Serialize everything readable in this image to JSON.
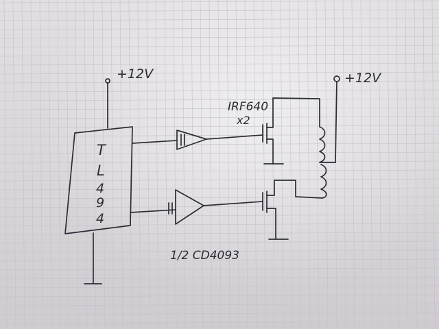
{
  "supply_left": {
    "text": "+12V"
  },
  "supply_right": {
    "text": "+12V"
  },
  "ic": {
    "letters": [
      "T",
      "L",
      "4",
      "9",
      "4"
    ]
  },
  "mosfet_label": {
    "line1": "IRF640",
    "line2": "x2"
  },
  "buffer_label": {
    "text": "1/2 CD4093"
  },
  "colors": {
    "ink": "#2c2c36",
    "paper": "#dcd9dd",
    "grid": "#c4c2c8"
  }
}
